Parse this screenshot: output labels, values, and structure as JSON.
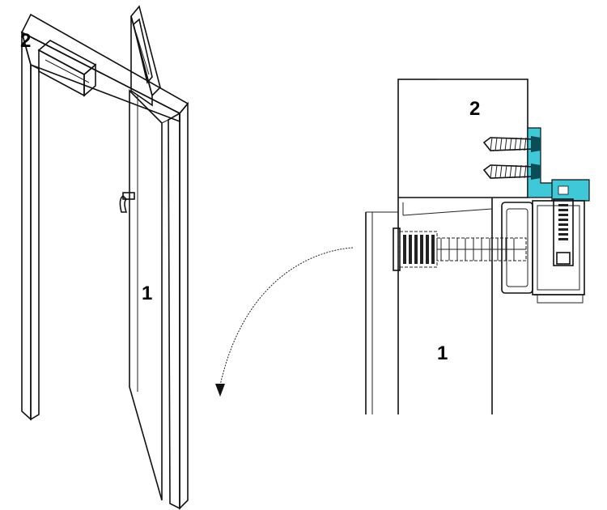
{
  "labels": {
    "closer_perspective": "2",
    "door_perspective": "1",
    "closer_section": "2",
    "door_section": "1"
  },
  "colors": {
    "bracket": "#3ec8d8",
    "line": "#111111",
    "background": "#ffffff"
  },
  "icons": [
    "door-handle-icon",
    "swing-arrow-icon",
    "screw-icon"
  ]
}
